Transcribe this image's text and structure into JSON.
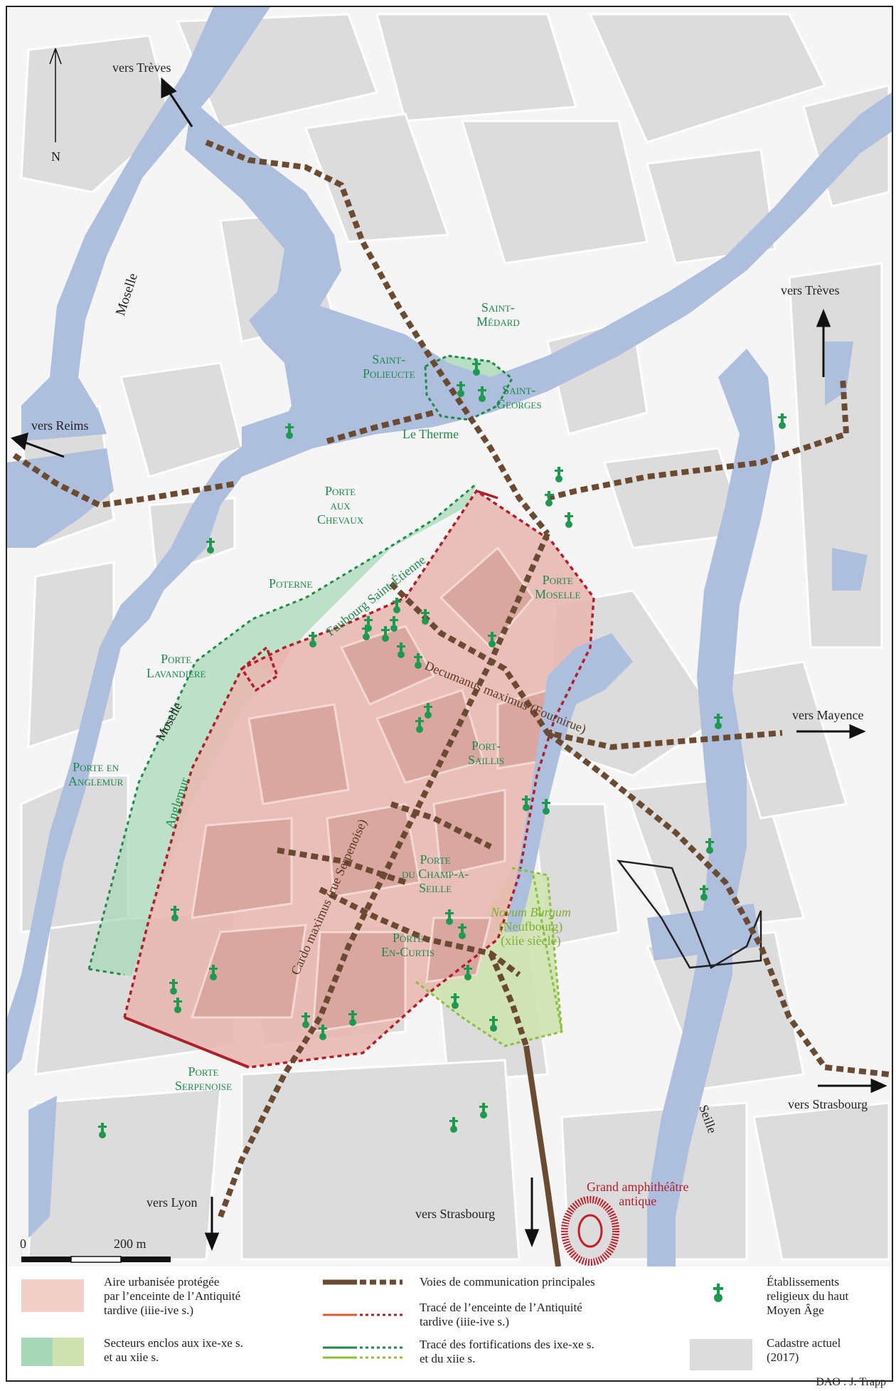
{
  "map": {
    "north": "N",
    "directions": {
      "treves_nw": "vers Trèves",
      "treves_ne": "vers Trèves",
      "reims": "vers Reims",
      "mayence": "vers Mayence",
      "strasbourg_e": "vers Strasbourg",
      "strasbourg_s": "vers Strasbourg",
      "lyon": "vers Lyon"
    },
    "rivers": {
      "moselle_n": "Moselle",
      "moselle_w": "Moselle",
      "seille": "Seille"
    },
    "places": {
      "saint_medard": [
        "Saint-",
        "Médard"
      ],
      "saint_polieucte": [
        "Saint-",
        "Polieucte"
      ],
      "saint_georges": [
        "Saint-",
        "Georges"
      ],
      "le_therme": "Le Therme",
      "porte_aux_chevaux": [
        "Porte",
        "aux",
        "Chevaux"
      ],
      "poterne": "Poterne",
      "faubourg": "Faubourg Saint-Étienne",
      "porte_lavandiere": [
        "Porte",
        "Lavandière"
      ],
      "porte_en_anglemur": [
        "Porte en",
        "Anglemur"
      ],
      "anglemur": "Anglemur",
      "porte_moselle": [
        "Porte",
        "Moselle"
      ],
      "port_saillis": [
        "Port-",
        "Saillis"
      ],
      "porte_champ": [
        "Porte",
        "du Champ-à-",
        "Seille"
      ],
      "porte_en_curtis": [
        "Porte",
        "En-Curtis"
      ],
      "porte_serpenoise": [
        "Porte",
        "Serpenoise"
      ],
      "novum_burgum": [
        "Novum Burgum",
        "(Neufbourg)",
        "(xiie siècle)"
      ],
      "decumanus": "Decumanus maximus (Fournirue)",
      "cardo": "Cardo maximus (rue Serpenoise)",
      "amphitheatre": [
        "Grand amphithéâtre",
        "antique"
      ]
    },
    "scale": {
      "zero": "0",
      "label": "200 m"
    }
  },
  "legend": {
    "area_antique": [
      "Aire urbanisée protégée",
      "par l’enceinte de l’Antiquité",
      "tardive (iiie-ive s.)"
    ],
    "area_sectors": [
      "Secteurs enclos aux ixe-xe s.",
      "et au xiie s."
    ],
    "roads": "Voies de communication principales",
    "enceinte": [
      "Tracé de l’enceinte de l’Antiquité",
      "tardive (iiie-ive s.)"
    ],
    "fortifications": [
      "Tracé des fortifications des ixe-xe s.",
      "et du xiie s."
    ],
    "religious": [
      "Établissements",
      "religieux du haut",
      "Moyen Âge"
    ],
    "cadastre": [
      "Cadastre actuel",
      "(2017)"
    ]
  },
  "credit": "DAO : J. Trapp",
  "colors": {
    "water": "#aebfde",
    "parcel": "#dcdcdc",
    "antique_area": "#e9b7b0",
    "green_area": "#a9d8b8",
    "lightgreen_area": "#cfe3b0",
    "road": "#6b4a32",
    "enceinte": "#b0202a",
    "fort_green": "#1e8a4a",
    "fort_lightgreen": "#8cbf3f",
    "religious": "#1e9a50"
  }
}
